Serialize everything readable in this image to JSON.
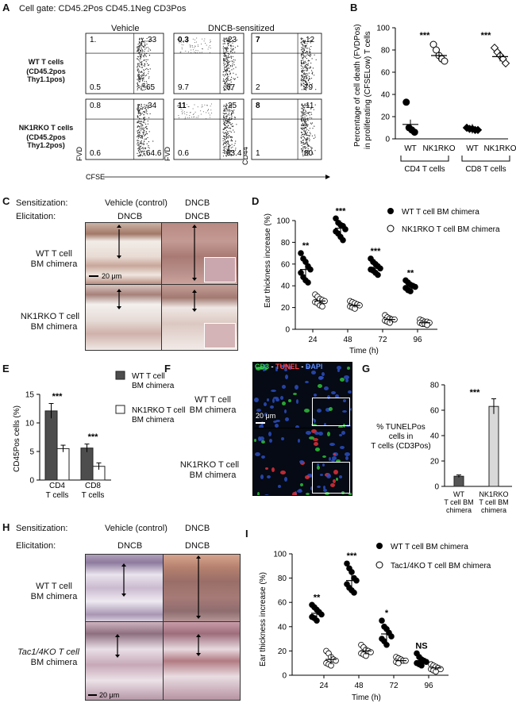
{
  "panels": {
    "A": {
      "label": "A",
      "gate": "Cell gate: CD45.2Pos CD45.1Neg CD3Pos",
      "col_vehicle": "Vehicle",
      "col_dncb": "DNCB-sensitized",
      "row1": "WT T cells",
      "row1_sub": "(CD45.2pos Thy1.1pos)",
      "row2": "NK1RKO T cells",
      "row2_sub": "(CD45.2pos Thy1.2pos)",
      "y_fvd": "FVD",
      "y_cd44": "CD44",
      "x_cfse": "CFSE",
      "quadrants": [
        [
          "1.",
          "33",
          "0.5",
          "65"
        ],
        [
          "0.3",
          "23",
          "9.7",
          "67"
        ],
        [
          "7",
          "12",
          "2",
          "79"
        ],
        [
          "0.8",
          "34",
          "0.6",
          "64.6"
        ],
        [
          "11",
          "25",
          "0.6",
          "63.4"
        ],
        [
          "8",
          "11",
          "1",
          "80"
        ]
      ]
    },
    "B": {
      "label": "B",
      "ylabel1": "Percentage of cell death (FVDPos)",
      "ylabel2": "in proliferating (CFSELow) T cells",
      "yticks": [
        "0",
        "20",
        "40",
        "60",
        "80",
        "100"
      ],
      "xcats": [
        "WT",
        "NK1RKO",
        "WT",
        "NK1RKO"
      ],
      "groups": [
        "CD4 T cells",
        "CD8 T cells"
      ],
      "sig": [
        "***",
        "***"
      ]
    },
    "C": {
      "label": "C",
      "sens": "Sensitization:",
      "elic": "Elicitation:",
      "col1": "Vehicle (control)",
      "col2": "DNCB",
      "col1b": "DNCB",
      "col2b": "DNCB",
      "row1a": "WT T cell",
      "row1b": "BM chimera",
      "row2a": "NK1RKO T cell",
      "row2b": "BM chimera",
      "scale": "20 μm"
    },
    "D": {
      "label": "D",
      "ylabel": "Ear thickness increase (%)",
      "xlabel": "Time (h)",
      "legend1": "WT T cell BM chimera",
      "legend2": "NK1RKO T cell BM chimera",
      "yticks": [
        "0",
        "20",
        "40",
        "60",
        "80",
        "100"
      ],
      "xticks": [
        "24",
        "48",
        "72",
        "96"
      ],
      "sig": [
        "**",
        "***",
        "***",
        "**"
      ]
    },
    "E": {
      "label": "E",
      "ylabel": "CD45Pos cells (%)",
      "yticks": [
        "0",
        "5",
        "10",
        "15"
      ],
      "cats": [
        "CD4 T cells",
        "CD8 T cells"
      ],
      "cat1a": "CD4",
      "cat1b": "T cells",
      "cat2a": "CD8",
      "cat2b": "T cells",
      "legend1a": "WT T cell",
      "legend1b": "BM chimera",
      "legend2a": "NK1RKO T cell",
      "legend2b": "BM chimera",
      "sig": [
        "***",
        "***"
      ]
    },
    "F": {
      "label": "F",
      "cd3": "CD3",
      "tunel": "TUNEL",
      "dapi": "DAPI",
      "sep": " - ",
      "row1a": "WT T cell",
      "row1b": "BM chimera",
      "row2a": "NK1RKO T cell",
      "row2b": "BM chimera",
      "scale": "20 μm"
    },
    "G": {
      "label": "G",
      "ylabel1": "% TUNELPos",
      "ylabel2": "cells in",
      "ylabel3": "T cells (CD3Pos)",
      "yticks": [
        "0",
        "20",
        "40",
        "60",
        "80"
      ],
      "cat1a": "WT",
      "cat1b": "T cell BM",
      "cat1c": "chimera",
      "cat2a": "NK1RKO",
      "cat2b": "T cell BM",
      "cat2c": "chimera",
      "sig": "***"
    },
    "H": {
      "label": "H",
      "sens": "Sensitization:",
      "elic": "Elicitation:",
      "col1": "Vehicle (control)",
      "col2": "DNCB",
      "col1b": "DNCB",
      "col2b": "DNCB",
      "row1a": "WT T cell",
      "row1b": "BM chimera",
      "row2a": "Tac1/4KO T cell",
      "row2b": "BM chimera",
      "scale": "20 μm"
    },
    "I": {
      "label": "I",
      "ylabel": "Ear thickness increase (%)",
      "xlabel": "Time (h)",
      "legend1": "WT T cell BM chimera",
      "legend2": "Tac1/4KO T cell BM chimera",
      "yticks": [
        "0",
        "20",
        "40",
        "60",
        "80",
        "100"
      ],
      "xticks": [
        "24",
        "48",
        "72",
        "96"
      ],
      "sig": [
        "**",
        "***",
        "*",
        "NS"
      ]
    }
  },
  "chart_data": [
    {
      "panel": "B",
      "type": "scatter",
      "ylim": [
        0,
        100
      ],
      "categories": [
        "WT",
        "NK1RKO",
        "WT",
        "NK1RKO"
      ],
      "series": [
        {
          "values": [
            [
              33,
              10,
              8,
              6
            ],
            [
              85,
              80,
              75,
              72,
              70
            ],
            [
              10,
              9,
              9,
              8,
              8
            ],
            [
              82,
              78,
              75,
              72,
              68
            ]
          ],
          "mean": [
            13,
            75,
            9,
            74
          ]
        }
      ]
    },
    {
      "panel": "D",
      "type": "scatter",
      "ylim": [
        0,
        100
      ],
      "x": [
        24,
        48,
        72,
        96
      ],
      "series": [
        {
          "name": "WT T cell BM chimera",
          "values": [
            [
              70,
              65,
              62,
              58,
              55,
              52,
              48,
              45,
              43
            ],
            [
              102,
              98,
              96,
              95,
              92,
              90,
              88,
              85,
              82
            ],
            [
              65,
              62,
              60,
              58,
              56,
              55,
              54,
              52,
              50
            ],
            [
              45,
              43,
              41,
              40,
              39,
              38,
              36,
              35
            ]
          ],
          "mean": [
            55,
            93,
            57,
            40
          ],
          "sd": [
            10,
            7,
            5,
            4
          ]
        },
        {
          "name": "NK1RKO T cell BM chimera",
          "values": [
            [
              32,
              30,
              28,
              27,
              26,
              25,
              24,
              22,
              21
            ],
            [
              26,
              25,
              24,
              23,
              22,
              21,
              20,
              19
            ],
            [
              13,
              11,
              10,
              9,
              9,
              8,
              7,
              6
            ],
            [
              9,
              8,
              7,
              7,
              6,
              6,
              5,
              5,
              4
            ]
          ],
          "mean": [
            26,
            22,
            9,
            6
          ],
          "sd": [
            3,
            2,
            3,
            2
          ]
        }
      ]
    },
    {
      "panel": "E",
      "type": "bar",
      "ylim": [
        0,
        15
      ],
      "categories": [
        "CD4 T cells",
        "CD8 T cells"
      ],
      "series": [
        {
          "name": "WT T cell BM chimera",
          "values": [
            12.1,
            5.6
          ],
          "err": [
            1.3,
            0.7
          ]
        },
        {
          "name": "NK1RKO T cell BM chimera",
          "values": [
            5.5,
            2.4
          ],
          "err": [
            0.6,
            0.6
          ]
        }
      ]
    },
    {
      "panel": "G",
      "type": "bar",
      "ylim": [
        0,
        80
      ],
      "categories": [
        "WT T cell BM chimera",
        "NK1RKO T cell BM chimera"
      ],
      "series": [
        {
          "values": [
            8,
            63
          ],
          "err": [
            1,
            6
          ]
        }
      ]
    },
    {
      "panel": "I",
      "type": "scatter",
      "ylim": [
        0,
        100
      ],
      "x": [
        24,
        48,
        72,
        96
      ],
      "series": [
        {
          "name": "WT T cell BM chimera",
          "values": [
            [
              58,
              56,
              54,
              52,
              50,
              48,
              47,
              45
            ],
            [
              92,
              88,
              85,
              80,
              78,
              75,
              72,
              70,
              68
            ],
            [
              45,
              40,
              38,
              35,
              32,
              30,
              28,
              25
            ],
            [
              18,
              15,
              13,
              12,
              11,
              10,
              9,
              8
            ]
          ],
          "mean": [
            51,
            78,
            34,
            12
          ],
          "sd": [
            4,
            7,
            6,
            3
          ]
        },
        {
          "name": "Tac1/4KO T cell BM chimera",
          "values": [
            [
              20,
              18,
              15,
              13,
              12,
              10,
              9,
              8
            ],
            [
              25,
              23,
              21,
              20,
              19,
              18,
              17,
              16
            ],
            [
              15,
              14,
              13,
              12,
              12,
              11,
              10
            ],
            [
              9,
              8,
              7,
              6,
              5,
              5,
              4,
              3
            ]
          ],
          "mean": [
            13,
            20,
            12,
            6
          ],
          "sd": [
            4,
            3,
            2,
            2
          ]
        }
      ]
    }
  ]
}
